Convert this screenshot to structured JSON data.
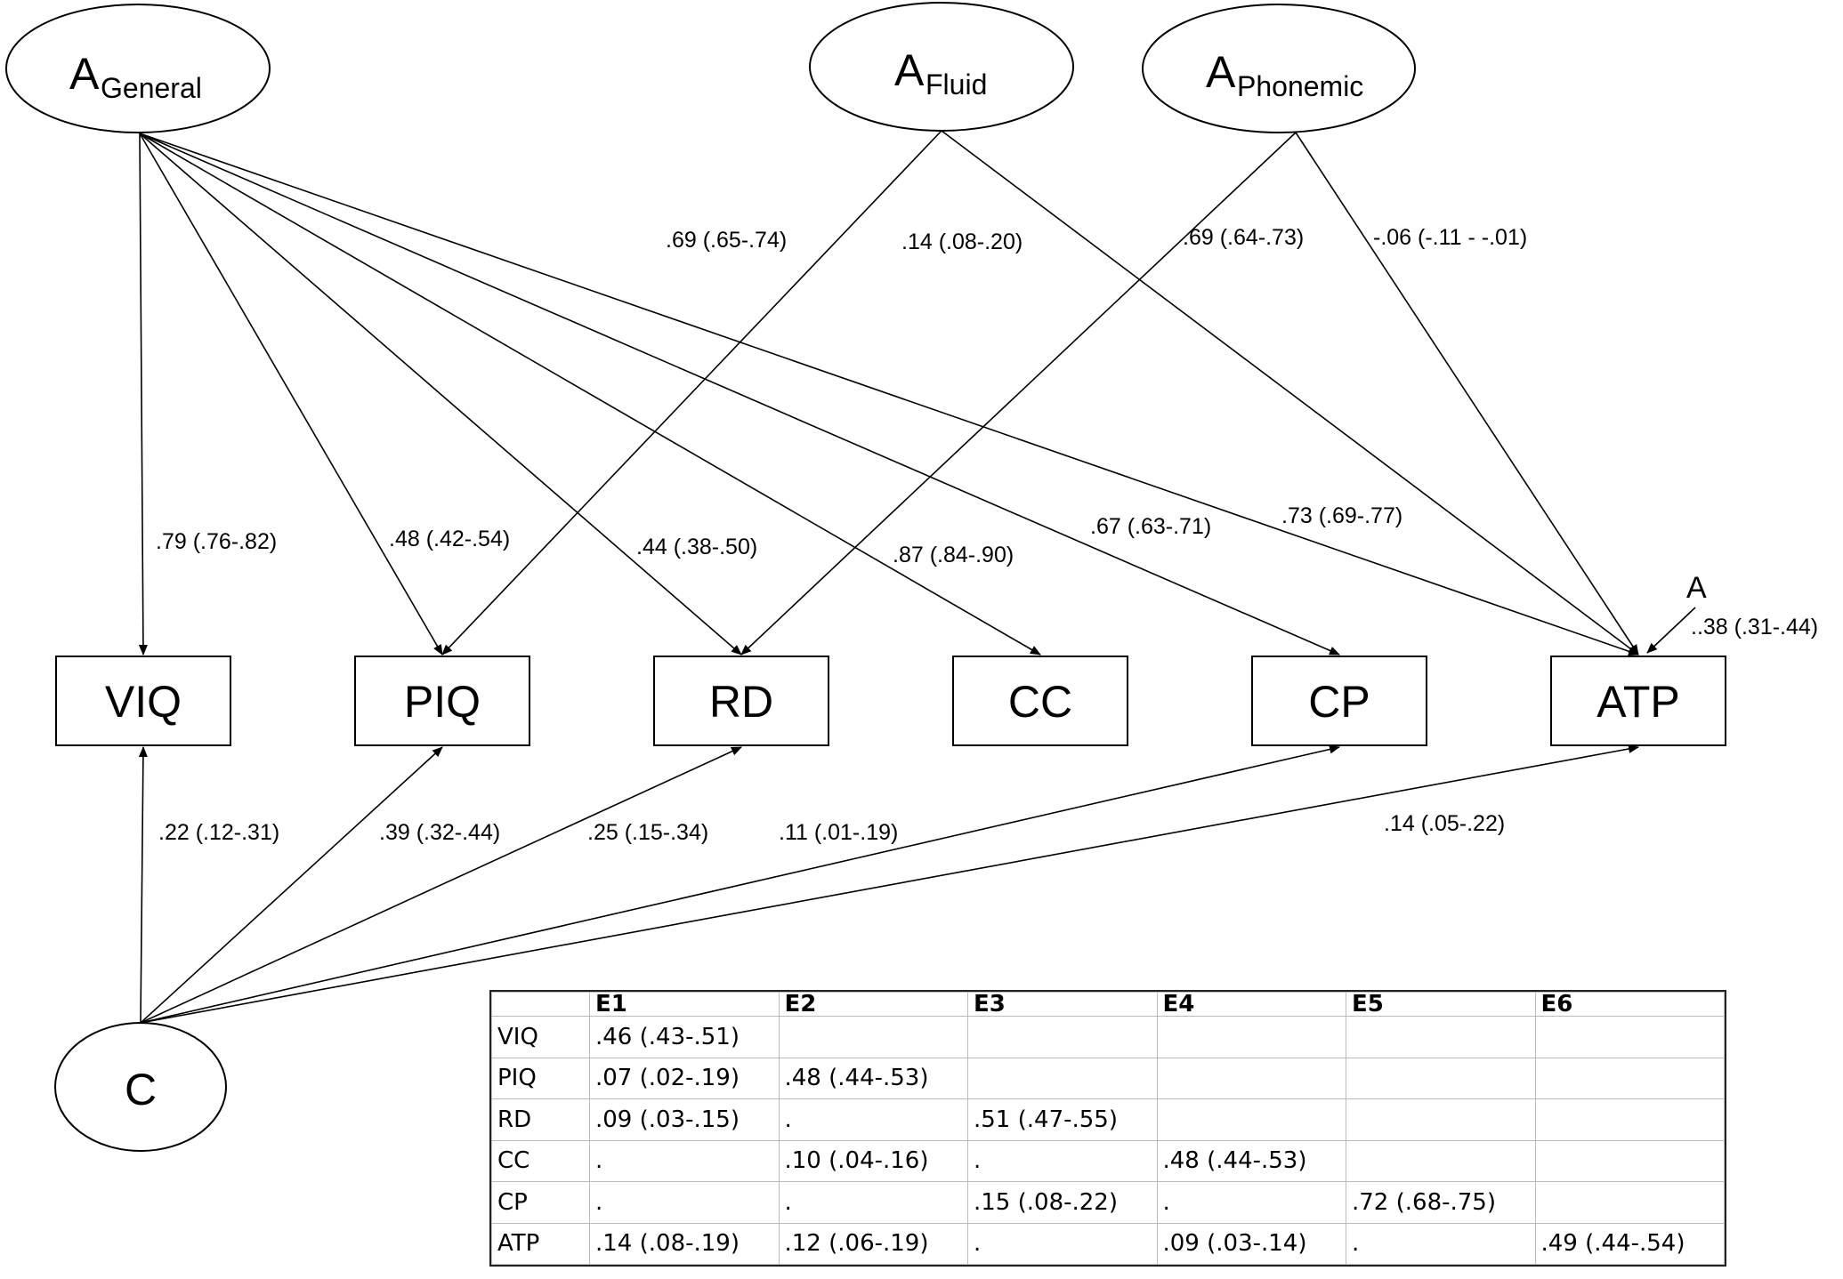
{
  "latents": {
    "general": {
      "main": "A",
      "sub": "General"
    },
    "fluid": {
      "main": "A",
      "sub": "Fluid"
    },
    "phonemic": {
      "main": "A",
      "sub": "Phonemic"
    },
    "c": "C",
    "residual": "A"
  },
  "observed": [
    "VIQ",
    "PIQ",
    "RD",
    "CC",
    "CP",
    "ATP"
  ],
  "paths": {
    "general_viq": ".79 (.76-.82)",
    "general_piq": ".48 (.42-.54)",
    "general_rd": ".44 (.38-.50)",
    "general_cc": ".87 (.84-.90)",
    "general_cp": ".67 (.63-.71)",
    "general_atp": ".73 (.69-.77)",
    "fluid_piq": ".69 (.65-.74)",
    "fluid_atp": ".14 (.08-.20)",
    "phonemic_rd": ".69 (.64-.73)",
    "phonemic_atp": "-.06 (-.11 - -.01)",
    "residual_atp": "..38 (.31-.44)",
    "c_viq": ".22 (.12-.31)",
    "c_piq": ".39 (.32-.44)",
    "c_rd": ".25 (.15-.34)",
    "c_cp": ".11 (.01-.19)",
    "c_atp": ".14 (.05-.22)"
  },
  "e_table": {
    "headers": [
      "",
      "E1",
      "E2",
      "E3",
      "E4",
      "E5",
      "E6"
    ],
    "rows": [
      [
        "VIQ",
        ".46 (.43-.51)",
        "",
        "",
        "",
        "",
        ""
      ],
      [
        "PIQ",
        ".07 (.02-.19)",
        ".48 (.44-.53)",
        "",
        "",
        "",
        ""
      ],
      [
        "RD",
        ".09 (.03-.15)",
        ".",
        ".51 (.47-.55)",
        "",
        "",
        ""
      ],
      [
        "CC",
        ".",
        ".10 (.04-.16)",
        ".",
        ".48 (.44-.53)",
        "",
        ""
      ],
      [
        "CP",
        ".",
        ".",
        ".15 (.08-.22)",
        ".",
        ".72 (.68-.75)",
        ""
      ],
      [
        "ATP",
        ".14 (.08-.19)",
        ".12 (.06-.19)",
        ".",
        ".09 (.03-.14)",
        ".",
        ".49 (.44-.54)"
      ]
    ]
  }
}
